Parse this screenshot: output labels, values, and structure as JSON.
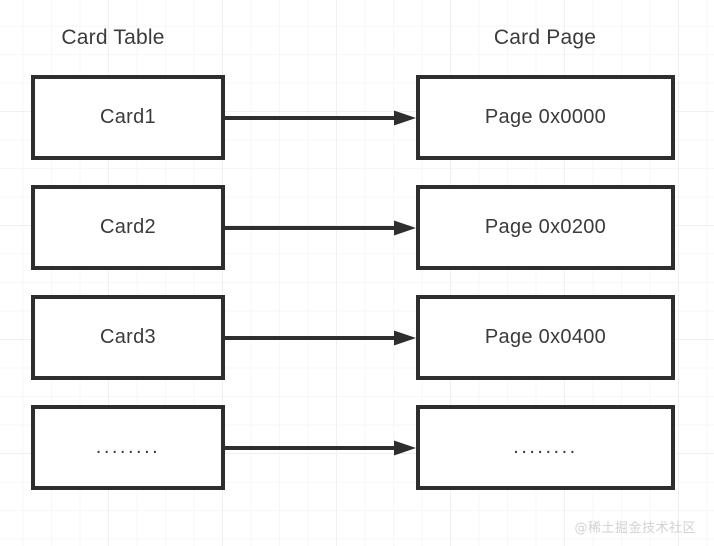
{
  "diagram": {
    "columns": [
      {
        "id": "card-table",
        "header": "Card Table"
      },
      {
        "id": "card-page",
        "header": "Card Page"
      }
    ],
    "rows": [
      {
        "card_label": "Card1",
        "page_label": "Page 0x0000",
        "arrow": "right-arrow"
      },
      {
        "card_label": "Card2",
        "page_label": "Page 0x0200",
        "arrow": "right-arrow"
      },
      {
        "card_label": "Card3",
        "page_label": "Page 0x0400",
        "arrow": "right-arrow"
      },
      {
        "card_label": "........",
        "page_label": "........",
        "arrow": "right-arrow"
      }
    ],
    "colors": {
      "box_border": "#2e2e2e",
      "text": "#3b3b3b",
      "arrow": "#2e2e2e",
      "grid_minor": "#f7f7f7",
      "grid_major": "#f0f0f0",
      "background": "#ffffff",
      "watermark": "#d2d2d2"
    }
  },
  "watermark": {
    "text": "@稀土掘金技术社区"
  }
}
